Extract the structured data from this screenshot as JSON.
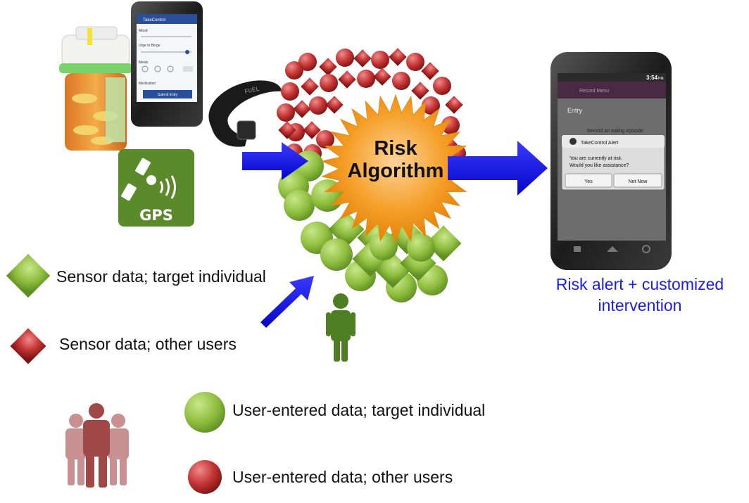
{
  "center": {
    "line1": "Risk",
    "line2": "Algorithm"
  },
  "output": {
    "line1": "Risk alert + customized",
    "line2": "intervention"
  },
  "legend": [
    {
      "shape": "diamond",
      "color": "#8fbe3f",
      "label": "Sensor data; target individual"
    },
    {
      "shape": "diamond",
      "color": "#c43535",
      "label": "Sensor data; other users"
    },
    {
      "shape": "circle",
      "color": "#8fbe3f",
      "label": "User-entered data; target individual"
    },
    {
      "shape": "circle",
      "color": "#c43535",
      "label": "User-entered data; other users"
    }
  ],
  "gps_badge": {
    "text": "GPS",
    "color": "#5a8a2a"
  },
  "phone_entry": {
    "app_title": "TakeControl",
    "fields": [
      "Mood",
      "Urge to Binge",
      "Meals",
      "Medication"
    ],
    "submit": "Submit Entry"
  },
  "wristband_display": "FUEL",
  "phone_alert": {
    "status_time": "3:54",
    "status_ampm": "PM",
    "menu_title": "Record Menu",
    "section": "Entry",
    "row_text": "Record an eating episode",
    "dialog_title": "TakeControl Alert",
    "dialog_text_line1": "You are currently at risk.",
    "dialog_text_line2": "Would you like assistance?",
    "yes_button": "Yes",
    "no_button": "Not Now"
  },
  "colors": {
    "arrow_blue": "#1010f0",
    "green": "#8fbe3f",
    "red": "#c43535",
    "orange": "#f39c1a",
    "person_green": "#4e7e22",
    "group_red": "#b05a5a"
  }
}
